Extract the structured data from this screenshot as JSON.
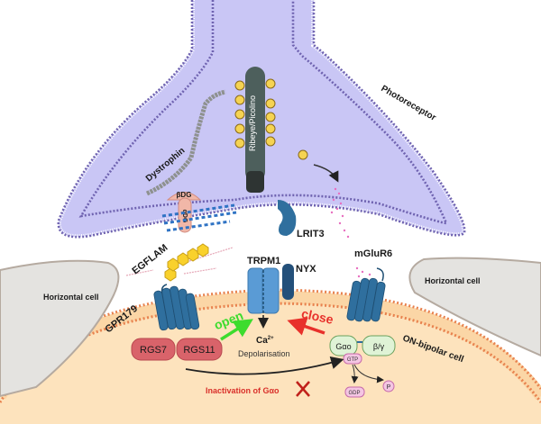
{
  "title": "Photoreceptor to ON-bipolar cell synapse signaling",
  "colors": {
    "photoreceptor_fill": "#c9c6f5",
    "photoreceptor_membrane": "#6f63b0",
    "bipolar_fill": "#fde3bd",
    "bipolar_membrane": "#e8824e",
    "horizontal_fill": "#e4e3e0",
    "horizontal_stroke": "#b5aaa0",
    "receptor_blue": "#2f6f9e",
    "rgs_red": "#d9636a",
    "g_protein_green": "#dff3d6",
    "gtp_pink": "#f4c6e3",
    "open_green": "#3ddc2e",
    "close_red": "#e8312b",
    "inactivation_red": "#d9302a",
    "ribeye_gray": "#4d5f5c",
    "vesicle_yellow": "#f5d352"
  },
  "labels": {
    "photoreceptor": "Photoreceptor",
    "ribeye": "Ribeye/Picolino",
    "dystrophin": "Dystrophin",
    "beta_dg": "βDG",
    "alpha_dg": "αDG",
    "lrit3": "LRIT3",
    "egflam": "EGFLAM",
    "trpm1": "TRPM1",
    "nyx": "NYX",
    "mglur6": "mGluR6",
    "gpr179": "GPR179",
    "horizontal_cell_left": "Horizontal cell",
    "horizontal_cell_right": "Horizontal cell",
    "rgs7": "RGS7",
    "rgs11": "RGS11",
    "open": "open",
    "close": "close",
    "ca": "Ca",
    "ca_sup": "2+",
    "depolarisation": "Depolarisation",
    "g_alpha_o": "Gαo",
    "beta_gamma": "β/γ",
    "gtp": "GTP",
    "gdp": "GDP",
    "phosphate": "P",
    "on_bipolar": "ON-bipolar cell",
    "inactivation": "Inactivation of Gαo",
    "cross": "✕"
  }
}
